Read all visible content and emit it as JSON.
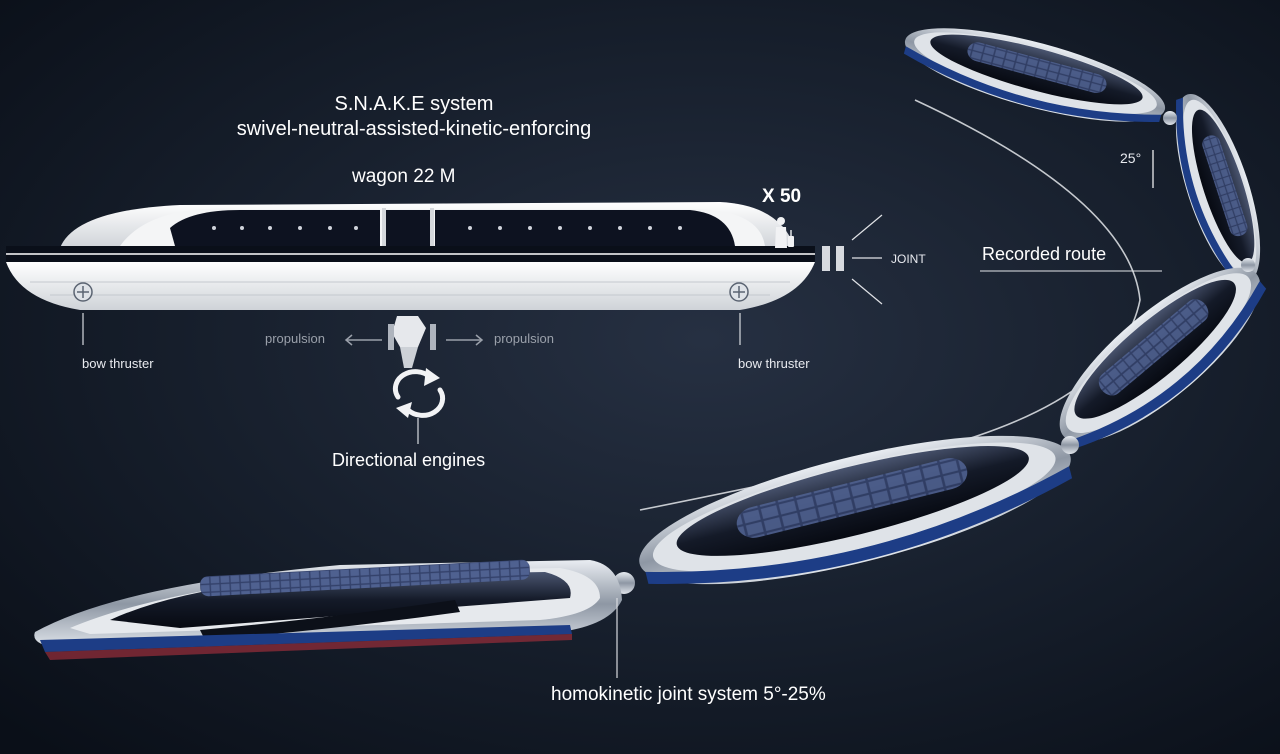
{
  "title": {
    "line1": "S.N.A.K.E system",
    "line2": "swivel-neutral-assisted-kinetic-enforcing"
  },
  "wagon": {
    "length_label": "wagon 22 M",
    "capacity_label": "X 50"
  },
  "labels": {
    "joint": "JOINT",
    "propulsion_left": "propulsion",
    "propulsion_right": "propulsion",
    "bow_thruster_left": "bow thruster",
    "bow_thruster_right": "bow thruster",
    "directional_engines": "Directional engines",
    "recorded_route": "Recorded route",
    "angle": "25°",
    "homokinetic": "homokinetic joint system 5°-25%"
  },
  "colors": {
    "water_dark": "#0e1420",
    "water_mid": "#1b2433",
    "hull_white": "#eef0f2",
    "canopy_dark": "#101522",
    "solar_blue": "#3d4e78",
    "hull_stripe": "#1d3d86",
    "chrome": "#b9c0c9"
  },
  "icons": [
    "person-with-luggage-icon",
    "rotation-arrows-icon",
    "arrow-left-icon",
    "arrow-right-icon",
    "thruster-icon"
  ]
}
